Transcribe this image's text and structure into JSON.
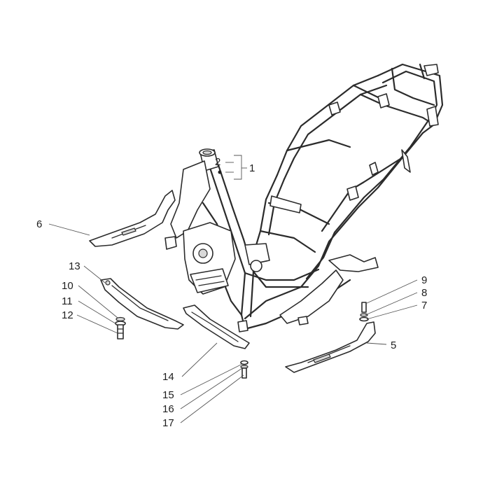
{
  "diagram": {
    "callouts": [
      {
        "id": "c1",
        "label": "1"
      },
      {
        "id": "c2",
        "label": "2"
      },
      {
        "id": "c5",
        "label": "5"
      },
      {
        "id": "c6",
        "label": "6"
      },
      {
        "id": "c7",
        "label": "7"
      },
      {
        "id": "c8",
        "label": "8"
      },
      {
        "id": "c9",
        "label": "9"
      },
      {
        "id": "c10",
        "label": "10"
      },
      {
        "id": "c11",
        "label": "11"
      },
      {
        "id": "c12",
        "label": "12"
      },
      {
        "id": "c13",
        "label": "13"
      },
      {
        "id": "c14",
        "label": "14"
      },
      {
        "id": "c15",
        "label": "15"
      },
      {
        "id": "c16",
        "label": "16"
      },
      {
        "id": "c17",
        "label": "17"
      }
    ]
  }
}
